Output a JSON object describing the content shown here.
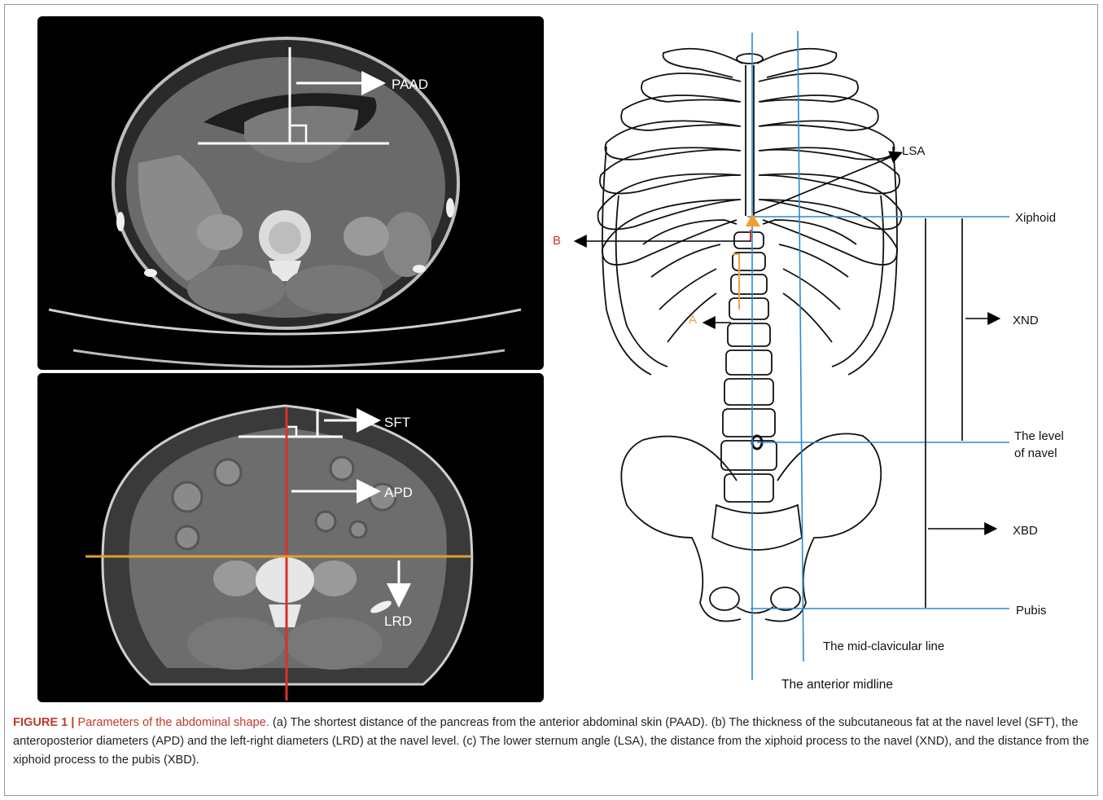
{
  "figure": {
    "ct_top": {
      "label_paad": "PAAD"
    },
    "ct_bottom": {
      "label_sft": "SFT",
      "label_apd": "APD",
      "label_lrd": "LRD"
    },
    "skeleton": {
      "label_lsa": "LSA",
      "label_xiphoid": "Xiphoid",
      "label_b": "B",
      "label_a": "A",
      "label_xnd": "XND",
      "label_navel_line1": "The level",
      "label_navel_line2": "of navel",
      "label_xbd": "XBD",
      "label_pubis": "Pubis",
      "label_midclavicular": "The mid-clavicular line",
      "label_anterior_midline": "The anterior midline"
    },
    "colors": {
      "blue_line": "#2b8ad4",
      "red_line": "#d8322a",
      "orange_line": "#e39a3a",
      "label_b": "#d8322a",
      "label_a": "#e8a24a"
    }
  },
  "caption": {
    "figure_number": "FIGURE 1",
    "separator": "|",
    "lead": "Parameters of the abdominal shape.",
    "body": "(a) The shortest distance of the pancreas from the anterior abdominal skin (PAAD). (b) The thickness of the subcutaneous fat at the navel level (SFT), the anteroposterior diameters (APD) and the left-right diameters (LRD) at the navel level. (c) The lower sternum angle (LSA), the distance from the xiphoid process to the navel (XND), and the distance from the xiphoid process to the pubis (XBD)."
  }
}
